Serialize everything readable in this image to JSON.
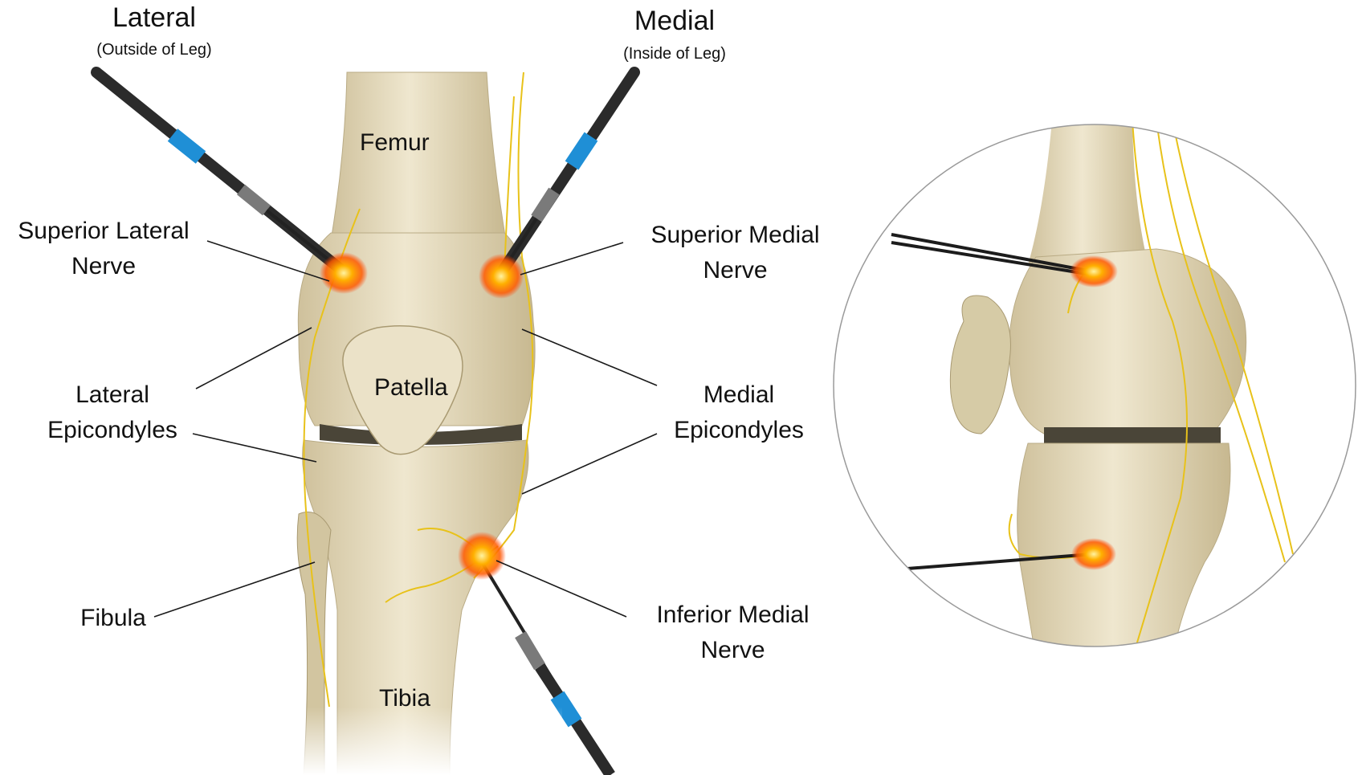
{
  "headers": {
    "lateral": {
      "title": "Lateral",
      "subtitle": "(Outside of Leg)"
    },
    "medial": {
      "title": "Medial",
      "subtitle": "(Inside of Leg)"
    }
  },
  "bones": {
    "femur": "Femur",
    "patella": "Patella",
    "tibia": "Tibia"
  },
  "callouts": {
    "superior_lateral": [
      "Superior Lateral",
      "Nerve"
    ],
    "superior_medial": [
      "Superior Medial",
      "Nerve"
    ],
    "lateral_epicondyles": [
      "Lateral",
      "Epicondyles"
    ],
    "medial_epicondyles": [
      "Medial",
      "Epicondyles"
    ],
    "fibula": "Fibula",
    "inferior_medial": [
      "Inferior Medial",
      "Nerve"
    ]
  },
  "colors": {
    "bone": "#e6dcc0",
    "bone_shadow": "#b9ab85",
    "nerve": "#e8c21a",
    "probe_body": "#2b2b2b",
    "probe_band": "#1f8fd6",
    "hotspot": "#ff7a00"
  }
}
